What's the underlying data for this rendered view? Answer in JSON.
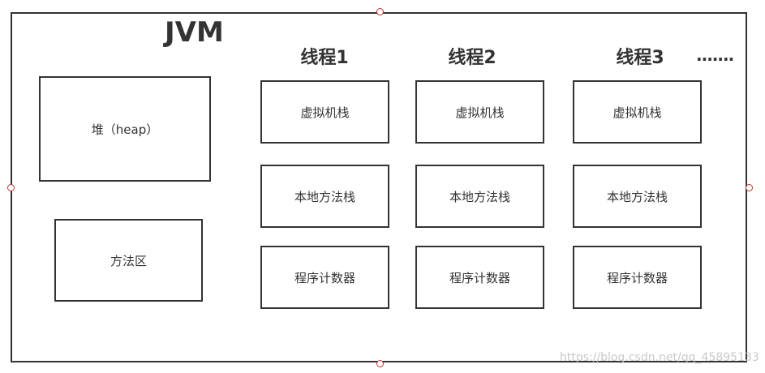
{
  "diagram": {
    "title": "JVM",
    "shared_areas": {
      "heap": "堆（heap）",
      "method_area": "方法区"
    },
    "threads": [
      {
        "label": "线程1",
        "stack": "虚拟机栈",
        "native_stack": "本地方法栈",
        "pc": "程序计数器"
      },
      {
        "label": "线程2",
        "stack": "虚拟机栈",
        "native_stack": "本地方法栈",
        "pc": "程序计数器"
      },
      {
        "label": "线程3",
        "stack": "虚拟机栈",
        "native_stack": "本地方法栈",
        "pc": "程序计数器"
      }
    ],
    "more_threads": "·······"
  },
  "watermark": "https://blog.csdn.net/qq_45895133",
  "colors": {
    "stroke": "#333333",
    "handle": "#bb3333",
    "watermark": "#c9c9c9"
  }
}
